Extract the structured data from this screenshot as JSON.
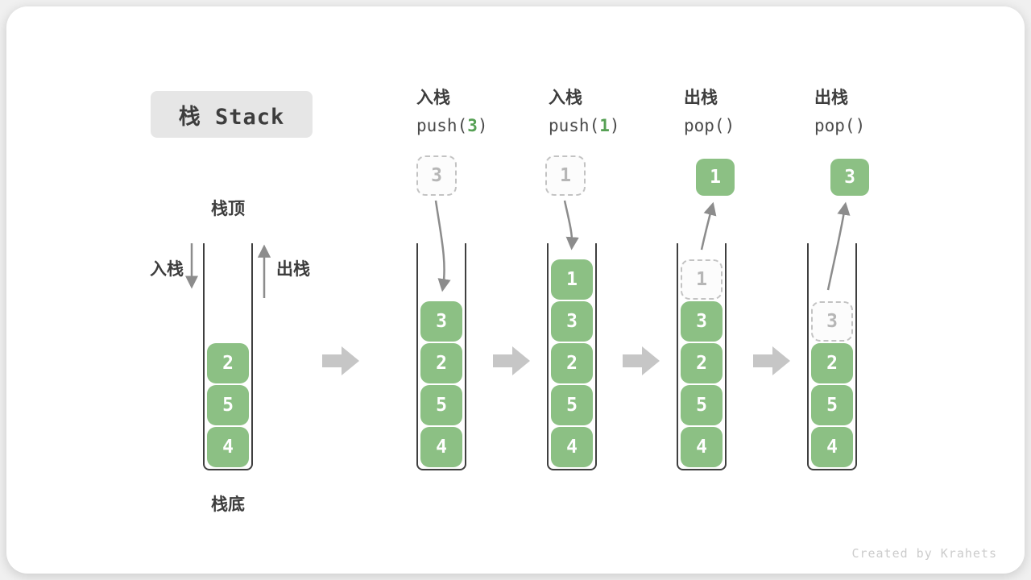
{
  "title": "栈 Stack",
  "watermark": "Created by Krahets",
  "legend": {
    "stack_top": "栈顶",
    "stack_bottom": "栈底",
    "push_label": "入栈",
    "pop_label": "出栈"
  },
  "colors": {
    "box_green": "#8cc084",
    "arg_green": "#56a054",
    "block_arrow": "#c6c6c6",
    "arrow": "#8c8c8c",
    "wall": "#3f3f3f",
    "ghost_border": "#c3c3c3",
    "ghost_text": "#b6b6b6",
    "title_bg": "#e6e6e6",
    "text_dark": "#3d3d3d",
    "watermark_color": "#cccccc"
  },
  "columns": [
    {
      "id": "initial",
      "header_cn": "",
      "code": {
        "pre": "",
        "arg": "",
        "post": ""
      },
      "floating": null,
      "stack": [
        {
          "v": "2"
        },
        {
          "v": "5"
        },
        {
          "v": "4"
        }
      ]
    },
    {
      "id": "push-3",
      "header_cn": "入栈",
      "code": {
        "pre": "push(",
        "arg": "3",
        "post": ")"
      },
      "floating": {
        "v": "3",
        "kind": "ghost"
      },
      "stack": [
        {
          "v": "3"
        },
        {
          "v": "2"
        },
        {
          "v": "5"
        },
        {
          "v": "4"
        }
      ]
    },
    {
      "id": "push-1",
      "header_cn": "入栈",
      "code": {
        "pre": "push(",
        "arg": "1",
        "post": ")"
      },
      "floating": {
        "v": "1",
        "kind": "ghost"
      },
      "stack": [
        {
          "v": "1"
        },
        {
          "v": "3"
        },
        {
          "v": "2"
        },
        {
          "v": "5"
        },
        {
          "v": "4"
        }
      ]
    },
    {
      "id": "pop-1",
      "header_cn": "出栈",
      "code": {
        "pre": "pop()",
        "arg": "",
        "post": ""
      },
      "floating": {
        "v": "1",
        "kind": "solid"
      },
      "stack": [
        {
          "v": "1",
          "ghost": true
        },
        {
          "v": "3"
        },
        {
          "v": "2"
        },
        {
          "v": "5"
        },
        {
          "v": "4"
        }
      ]
    },
    {
      "id": "pop-3",
      "header_cn": "出栈",
      "code": {
        "pre": "pop()",
        "arg": "",
        "post": ""
      },
      "floating": {
        "v": "3",
        "kind": "solid"
      },
      "stack": [
        {
          "v": "3",
          "ghost": true
        },
        {
          "v": "2"
        },
        {
          "v": "5"
        },
        {
          "v": "4"
        }
      ]
    }
  ]
}
